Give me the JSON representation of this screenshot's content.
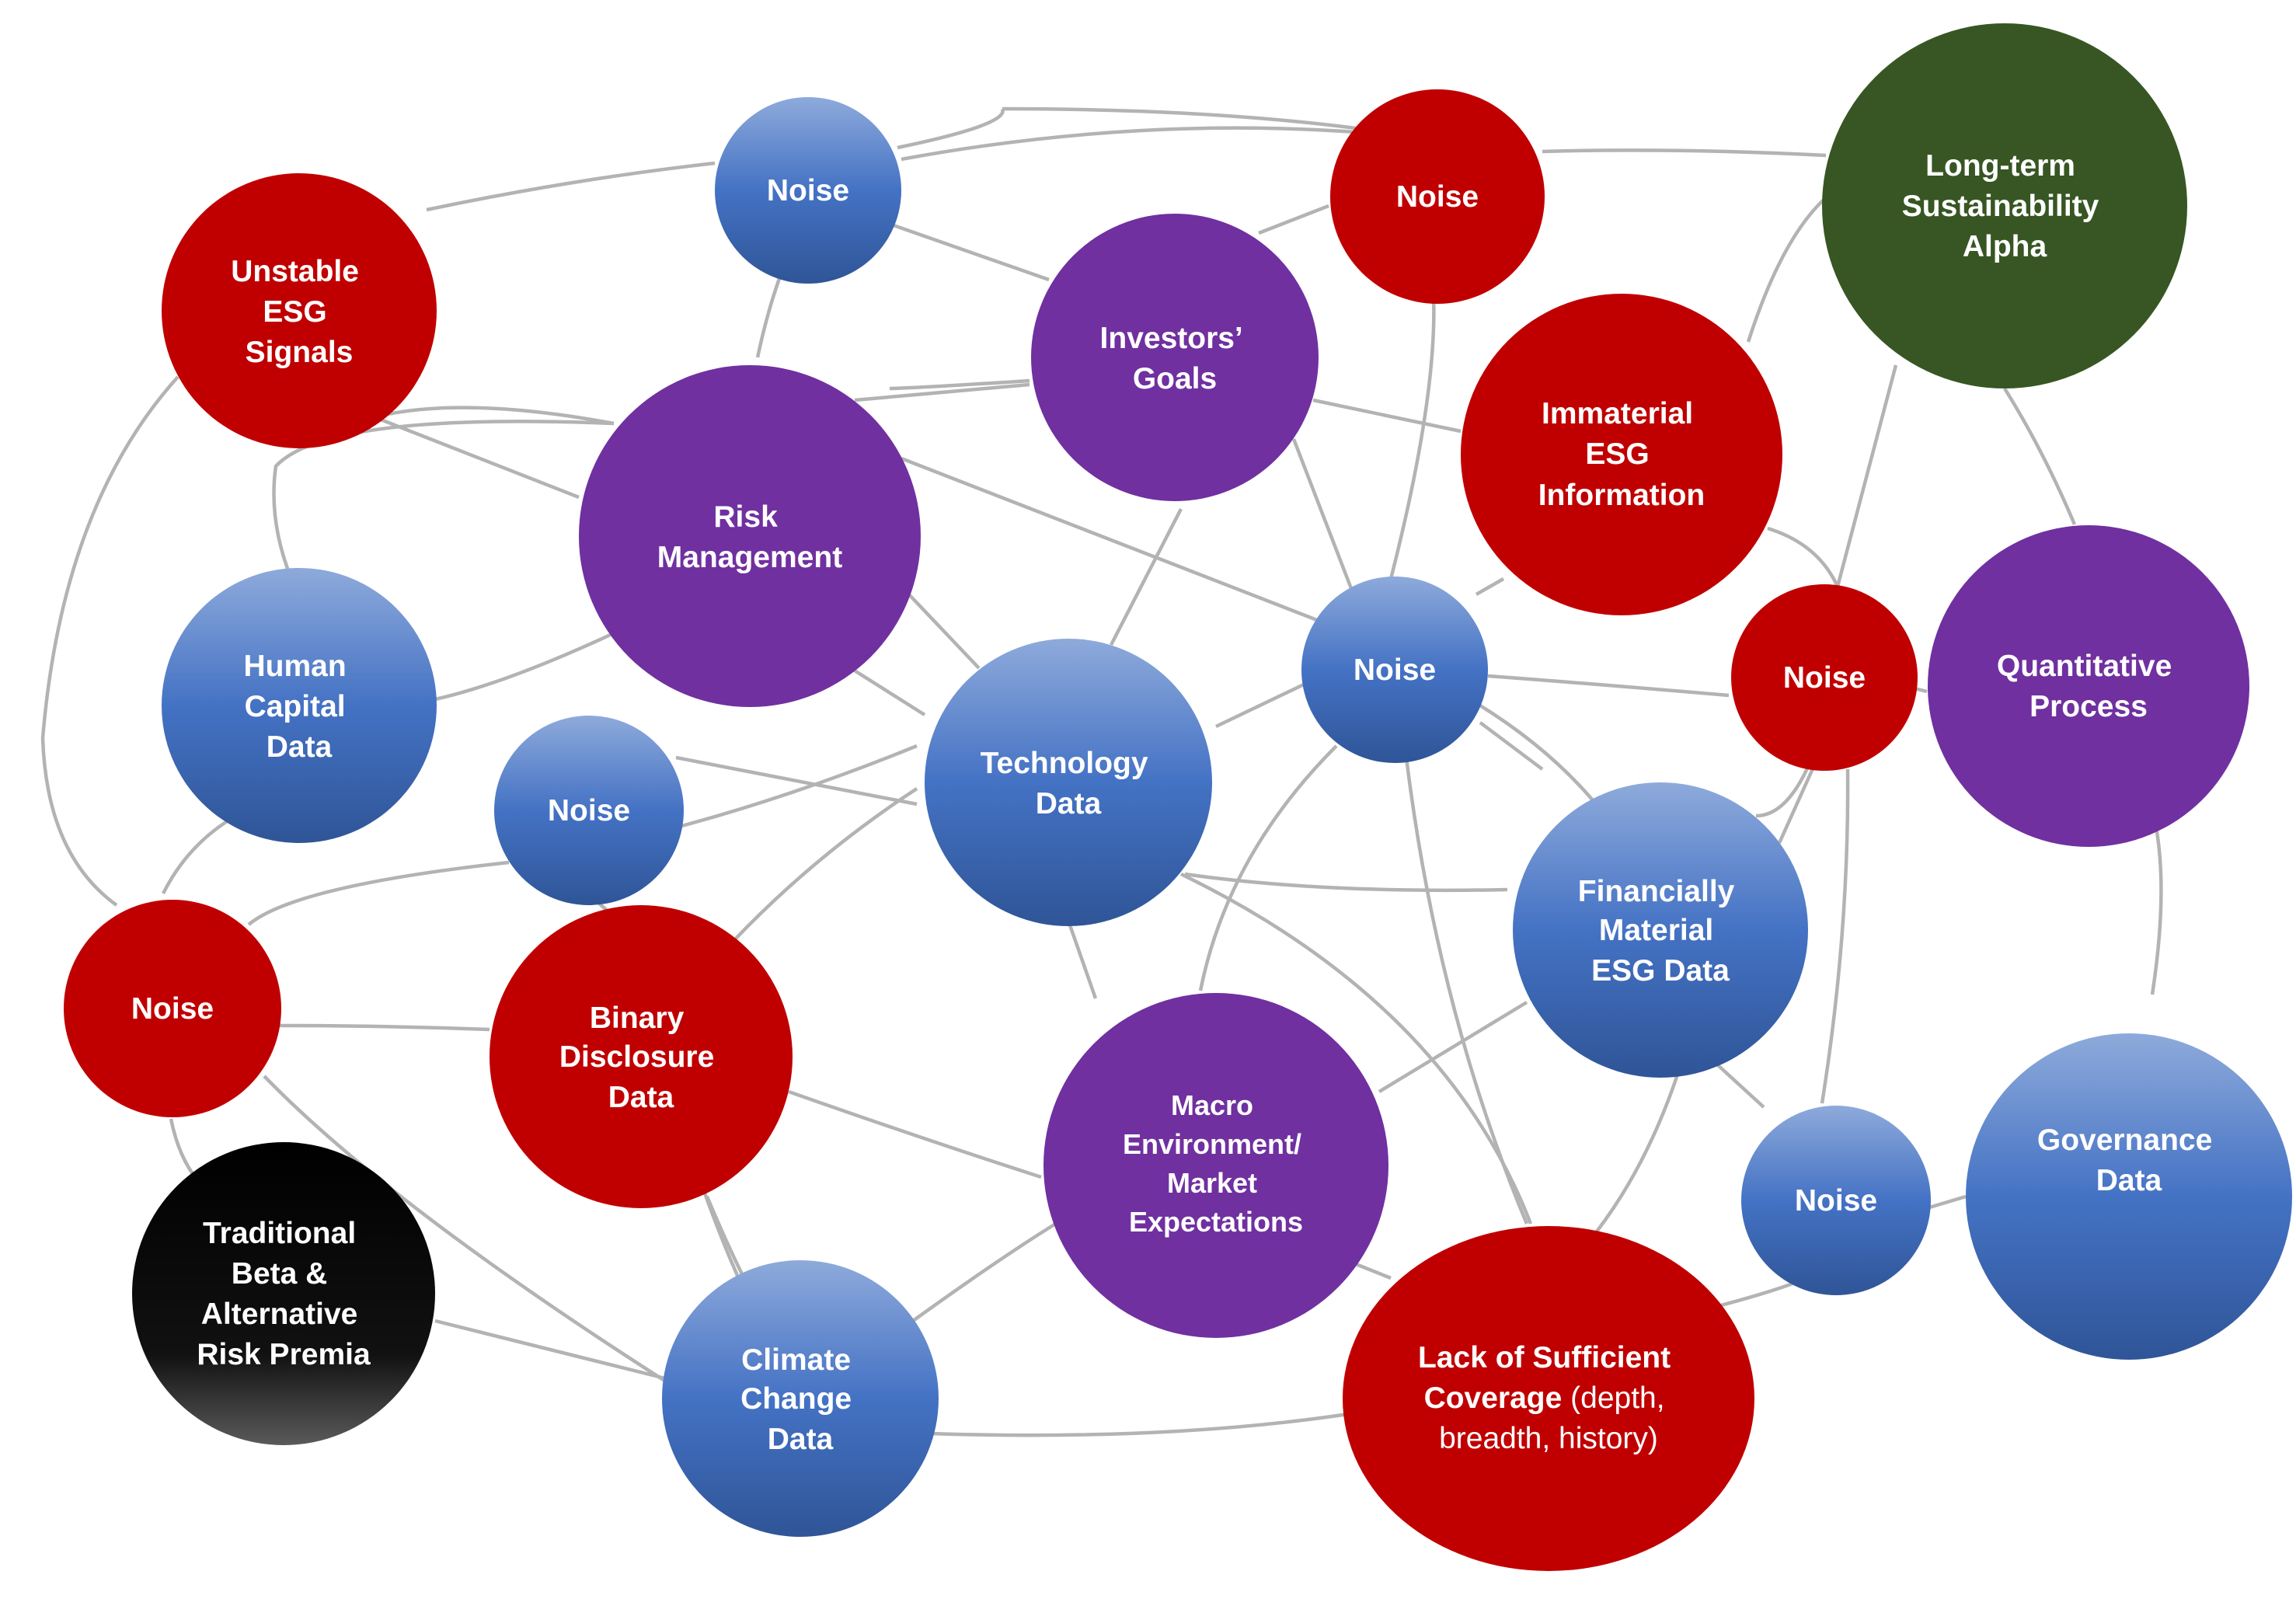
{
  "colors": {
    "red": "#c00000",
    "purple": "#7030a0",
    "green": "#375623",
    "black": "#000000",
    "blue_top": "#8eaadb",
    "blue_mid": "#4472c4",
    "blue_bottom": "#2f5597",
    "edge": "#b3b3b3"
  },
  "nodes": [
    {
      "id": "noise-top-left",
      "kind": "blue",
      "lines": [
        "Noise"
      ]
    },
    {
      "id": "noise-top-center",
      "kind": "red",
      "lines": [
        "Noise"
      ]
    },
    {
      "id": "long-term-alpha",
      "kind": "green",
      "lines": [
        "Long-term",
        "Sustainability",
        "Alpha"
      ]
    },
    {
      "id": "unstable-esg-signals",
      "kind": "red",
      "lines": [
        "Unstable",
        "ESG",
        "Signals"
      ]
    },
    {
      "id": "investors-goals",
      "kind": "purple",
      "lines": [
        "Investors’",
        "Goals"
      ]
    },
    {
      "id": "immaterial-esg",
      "kind": "red",
      "lines": [
        "Immaterial",
        "ESG",
        "Information"
      ]
    },
    {
      "id": "risk-management",
      "kind": "purple",
      "lines": [
        "Risk",
        "Management"
      ]
    },
    {
      "id": "human-capital-data",
      "kind": "blue",
      "lines": [
        "Human",
        "Capital",
        "Data"
      ]
    },
    {
      "id": "noise-center",
      "kind": "blue",
      "lines": [
        "Noise"
      ]
    },
    {
      "id": "noise-right",
      "kind": "red",
      "lines": [
        "Noise"
      ]
    },
    {
      "id": "quantitative-process",
      "kind": "purple",
      "lines": [
        "Quantitative",
        "Process"
      ]
    },
    {
      "id": "technology-data",
      "kind": "blue",
      "lines": [
        "Technology",
        "Data"
      ]
    },
    {
      "id": "noise-mid-left",
      "kind": "blue",
      "lines": [
        "Noise"
      ]
    },
    {
      "id": "financially-material",
      "kind": "blue",
      "lines": [
        "Financially",
        "Material",
        "ESG Data"
      ]
    },
    {
      "id": "noise-left",
      "kind": "red",
      "lines": [
        "Noise"
      ]
    },
    {
      "id": "binary-disclosure",
      "kind": "red",
      "lines": [
        "Binary",
        "Disclosure",
        "Data"
      ]
    },
    {
      "id": "macro-environment",
      "kind": "purple",
      "lines": [
        "Macro",
        "Environment/",
        "Market",
        "Expectations"
      ]
    },
    {
      "id": "governance-data",
      "kind": "blue",
      "lines": [
        "Governance",
        "Data"
      ]
    },
    {
      "id": "noise-bottom-right",
      "kind": "blue",
      "lines": [
        "Noise"
      ]
    },
    {
      "id": "traditional-beta",
      "kind": "black",
      "lines": [
        "Traditional",
        "Beta &",
        "Alternative",
        "Risk Premia"
      ]
    },
    {
      "id": "climate-change-data",
      "kind": "blue",
      "lines": [
        "Climate",
        "Change",
        "Data"
      ]
    },
    {
      "id": "lack-of-coverage",
      "kind": "red",
      "lines": [
        "Lack of Sufficient",
        "Coverage",
        "breadth,  history)"
      ],
      "line2_suffix": " (depth,"
    }
  ]
}
